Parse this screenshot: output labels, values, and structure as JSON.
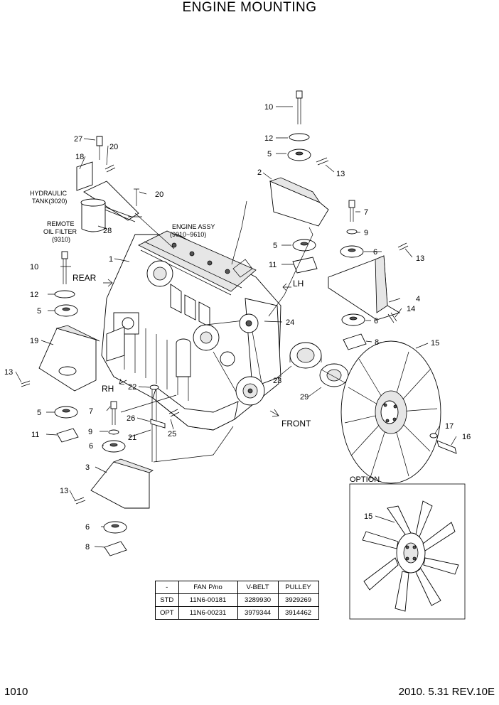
{
  "title": "ENGINE MOUNTING",
  "callouts": {
    "c10a": "10",
    "c12a": "12",
    "c5a": "5",
    "c13a": "13",
    "c2": "2",
    "c27": "27",
    "c20a": "20",
    "c18": "18",
    "c20b": "20",
    "c28": "28",
    "c7a": "7",
    "c9a": "9",
    "c5b": "5",
    "c6a": "6",
    "c13b": "13",
    "c11a": "11",
    "c1": "1",
    "c4": "4",
    "c14": "14",
    "c6b": "6",
    "c8a": "8",
    "c10b": "10",
    "c12b": "12",
    "c5c": "5",
    "c24": "24",
    "c15a": "15",
    "c19": "19",
    "c13c": "13",
    "c23": "23",
    "c29": "29",
    "c22": "22",
    "c5d": "5",
    "c7b": "7",
    "c26": "26",
    "c9b": "9",
    "c21": "21",
    "c25": "25",
    "c11b": "11",
    "c6c": "6",
    "c17": "17",
    "c16": "16",
    "c3": "3",
    "c13d": "13",
    "c6d": "6",
    "c8b": "8",
    "c15b": "15"
  },
  "notes": {
    "hydraulic_1": "HYDRAULIC",
    "hydraulic_2": "TANK(3020)",
    "remote_1": "REMOTE",
    "remote_2": "OIL FILTER",
    "remote_3": "(9310)",
    "engine_1": "ENGINE ASSY",
    "engine_2": "(9010~9610)"
  },
  "directions": {
    "rear": "REAR",
    "lh": "LH",
    "rh": "RH",
    "front": "FRONT"
  },
  "option_label": "OPTION",
  "spec_table": {
    "headers": [
      "-",
      "FAN P/no",
      "V-BELT",
      "PULLEY"
    ],
    "rows": [
      [
        "STD",
        "11N6-00181",
        "3289930",
        "3929269"
      ],
      [
        "OPT",
        "11N6-00231",
        "3979344",
        "3914462"
      ]
    ]
  },
  "footer": {
    "page": "1010",
    "revision": "2010. 5.31  REV.10E"
  }
}
